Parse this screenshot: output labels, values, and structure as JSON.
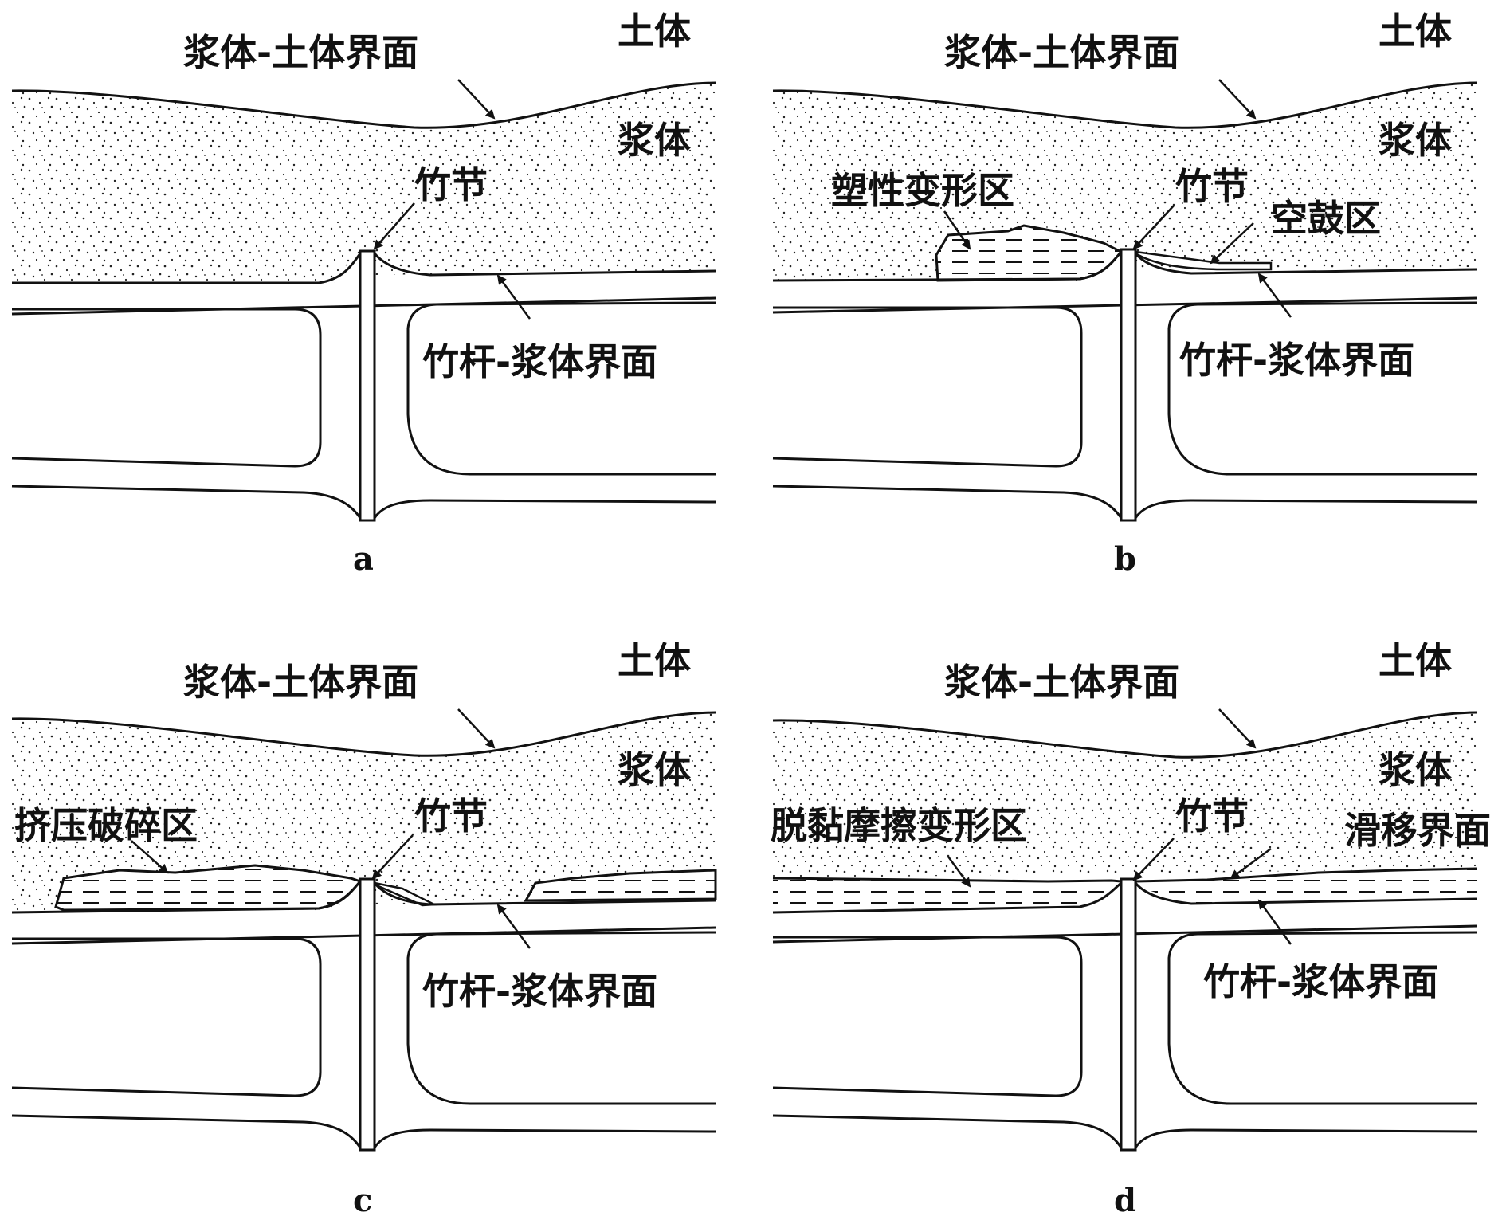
{
  "panels": [
    {
      "id": "a",
      "caption": "a",
      "labels": {
        "soil": "土体",
        "grout_soil_interface": "浆体-土体界面",
        "grout": "浆体",
        "node": "竹节",
        "culm_grout_interface": "竹杆-浆体界面"
      }
    },
    {
      "id": "b",
      "caption": "b",
      "labels": {
        "soil": "土体",
        "grout_soil_interface": "浆体-土体界面",
        "grout": "浆体",
        "node": "竹节",
        "culm_grout_interface": "竹杆-浆体界面",
        "plastic_zone": "塑性变形区",
        "void_zone": "空鼓区"
      }
    },
    {
      "id": "c",
      "caption": "c",
      "labels": {
        "soil": "土体",
        "grout_soil_interface": "浆体-土体界面",
        "grout": "浆体",
        "node": "竹节",
        "culm_grout_interface": "竹杆-浆体界面",
        "crush_zone": "挤压破碎区"
      }
    },
    {
      "id": "d",
      "caption": "d",
      "labels": {
        "soil": "土体",
        "grout_soil_interface": "浆体-土体界面",
        "grout": "浆体",
        "node": "竹节",
        "culm_grout_interface": "竹杆-浆体界面",
        "debond_zone": "脱黏摩擦变形区",
        "slip_interface": "滑移界面"
      }
    }
  ]
}
